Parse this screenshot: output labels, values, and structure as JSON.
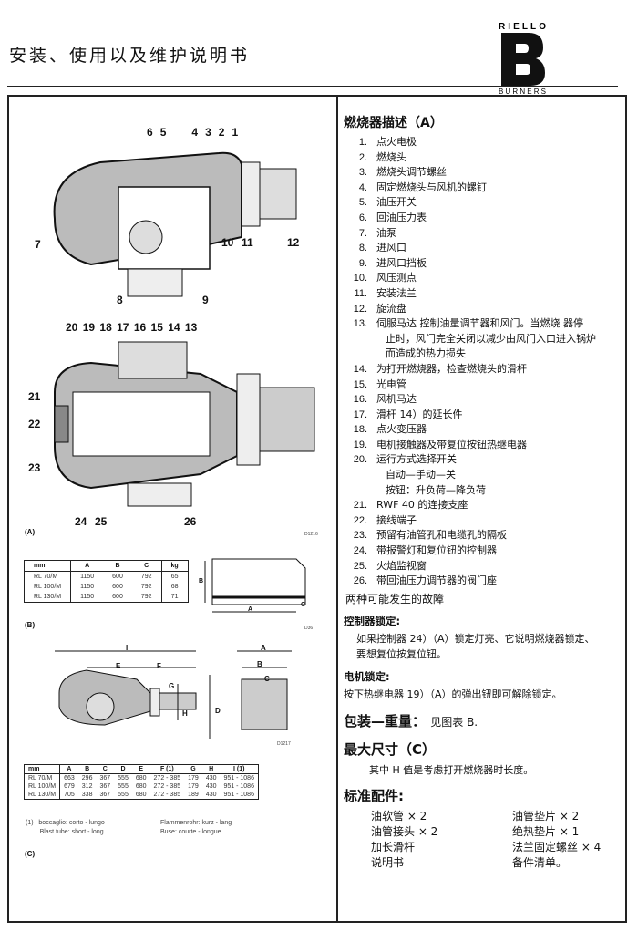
{
  "header": {
    "title": "安装、使用以及维护说明书",
    "logo_text_top": "RIELLO",
    "logo_text_bottom": "BURNERS"
  },
  "figure_a": {
    "label": "(A)",
    "code": "D1216",
    "callouts_top": [
      "6",
      "5",
      "4",
      "3",
      "2",
      "1"
    ],
    "callouts_mid": [
      "7",
      "10",
      "11",
      "12",
      "8",
      "9"
    ],
    "callouts_lower": [
      "20",
      "19",
      "18",
      "17",
      "16",
      "15",
      "14",
      "13",
      "21",
      "22",
      "23",
      "24",
      "25",
      "26"
    ]
  },
  "table_b": {
    "label": "(B)",
    "code": "D36",
    "headers": [
      "mm",
      "A",
      "B",
      "C",
      "kg"
    ],
    "rows": [
      [
        "RL 70/M",
        "1150",
        "600",
        "792",
        "65"
      ],
      [
        "RL 100/M",
        "1150",
        "600",
        "792",
        "68"
      ],
      [
        "RL 130/M",
        "1150",
        "600",
        "792",
        "71"
      ]
    ],
    "dim_labels": [
      "A",
      "B",
      "C"
    ]
  },
  "table_c": {
    "label": "(C)",
    "code": "D1217",
    "headers": [
      "mm",
      "A",
      "B",
      "C",
      "D",
      "E",
      "F (1)",
      "G",
      "H",
      "I (1)"
    ],
    "rows": [
      [
        "RL 70/M",
        "663",
        "296",
        "367",
        "555",
        "680",
        "272 - 385",
        "179",
        "430",
        "951 - 1086"
      ],
      [
        "RL 100/M",
        "679",
        "312",
        "367",
        "555",
        "680",
        "272 - 385",
        "179",
        "430",
        "951 - 1086"
      ],
      [
        "RL 130/M",
        "705",
        "338",
        "367",
        "555",
        "680",
        "272 - 385",
        "189",
        "430",
        "951 - 1086"
      ]
    ],
    "note_num": "(1)",
    "notes": [
      "boccaglio: corto - lungo",
      "Blast tube: short - long",
      "Flammenrohr: kurz - lang",
      "Buse: courte - longue"
    ],
    "dim_labels": [
      "I",
      "E",
      "F",
      "G",
      "H",
      "D",
      "A",
      "B",
      "C"
    ]
  },
  "description": {
    "title": "燃烧器描述（A）",
    "items": [
      {
        "n": "1.",
        "t": "点火电极"
      },
      {
        "n": "2.",
        "t": "燃烧头"
      },
      {
        "n": "3.",
        "t": "燃烧头调节螺丝"
      },
      {
        "n": "4.",
        "t": "固定燃烧头与风机的螺钉"
      },
      {
        "n": "5.",
        "t": "油压开关"
      },
      {
        "n": "6.",
        "t": "回油压力表"
      },
      {
        "n": "7.",
        "t": "油泵"
      },
      {
        "n": "8.",
        "t": "进风口"
      },
      {
        "n": "9.",
        "t": "进风口挡板"
      },
      {
        "n": "10.",
        "t": "风压测点"
      },
      {
        "n": "11.",
        "t": "安装法兰"
      },
      {
        "n": "12.",
        "t": "旋流盘"
      },
      {
        "n": "13.",
        "t": "伺服马达 控制油量调节器和风门。当燃烧 器停",
        "cont": [
          "止时，风门完全关闭以减少由风门入口进入锅炉",
          "而造成的热力损失"
        ]
      },
      {
        "n": "14.",
        "t": "为打开燃烧器，检查燃烧头的滑杆"
      },
      {
        "n": "15.",
        "t": "光电管"
      },
      {
        "n": "16.",
        "t": "风机马达"
      },
      {
        "n": "17.",
        "t": "滑杆 14）的延长件"
      },
      {
        "n": "18.",
        "t": "点火变压器"
      },
      {
        "n": "19.",
        "t": "电机接触器及带复位按钮热继电器"
      },
      {
        "n": "20.",
        "t": "运行方式选择开关",
        "cont": [
          "自动—手动—关",
          "按钮：升负荷—降负荷"
        ]
      },
      {
        "n": "21.",
        "t": "RWF 40 的连接支座"
      },
      {
        "n": "22.",
        "t": "接线端子"
      },
      {
        "n": "23.",
        "t": "预留有油管孔和电缆孔的隔板"
      },
      {
        "n": "24.",
        "t": "带报警灯和复位钮的控制器"
      },
      {
        "n": "25.",
        "t": "火焰监视窗"
      },
      {
        "n": "26.",
        "t": "带回油压力调节器的阀门座"
      }
    ],
    "faults": "两种可能发生的故障"
  },
  "lockout": {
    "title": "控制器锁定:",
    "text": [
      "如果控制器 24）（A）锁定灯亮、它说明燃烧器锁定、",
      "要想复位按复位钮。"
    ]
  },
  "motor_lockout": {
    "title": "电机锁定:",
    "text": "按下热继电器 19）（A）的弹出钮即可解除锁定。"
  },
  "packaging": {
    "title": "包装—重量：",
    "text": "见图表 B."
  },
  "max_dim": {
    "title": "最大尺寸（C）",
    "text": "其中 H 值是考虑打开燃烧器时长度。"
  },
  "accessories": {
    "title": "标准配件:",
    "items": [
      "油软管 × 2",
      "油管垫片 × 2",
      "油管接头 × 2",
      "绝热垫片 × 1",
      "加长滑杆",
      "法兰固定螺丝 × 4",
      "说明书",
      "备件清单。"
    ]
  }
}
